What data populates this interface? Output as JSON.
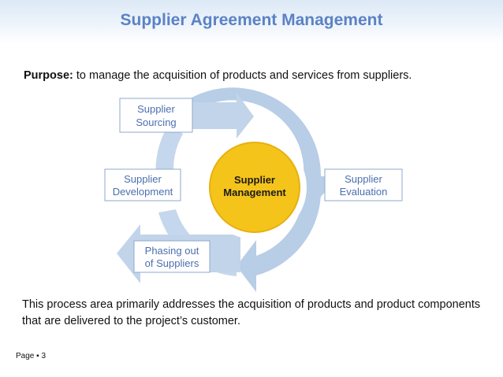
{
  "slide": {
    "title": "Supplier Agreement Management",
    "purpose_label": "Purpose:",
    "purpose_text": " to manage the acquisition of products and services from suppliers.",
    "footnote": "This process area primarily addresses the acquisition of products and product components that are delivered to the project’s customer.",
    "page_label": "Page ▪ 3"
  },
  "diagram": {
    "center_line1": "Supplier",
    "center_line2": "Management",
    "boxes": {
      "sourcing": [
        "Supplier",
        "Sourcing"
      ],
      "evaluation": [
        "Supplier",
        "Evaluation"
      ],
      "phasing": [
        "Phasing out",
        "of Suppliers"
      ],
      "development": [
        "Supplier",
        "Development"
      ]
    },
    "colors": {
      "ring": "#b8cde6",
      "ring_light": "#d3e1f1",
      "center": "#f5c41a",
      "box_text": "#4a6fae",
      "title": "#5b82c4"
    }
  }
}
